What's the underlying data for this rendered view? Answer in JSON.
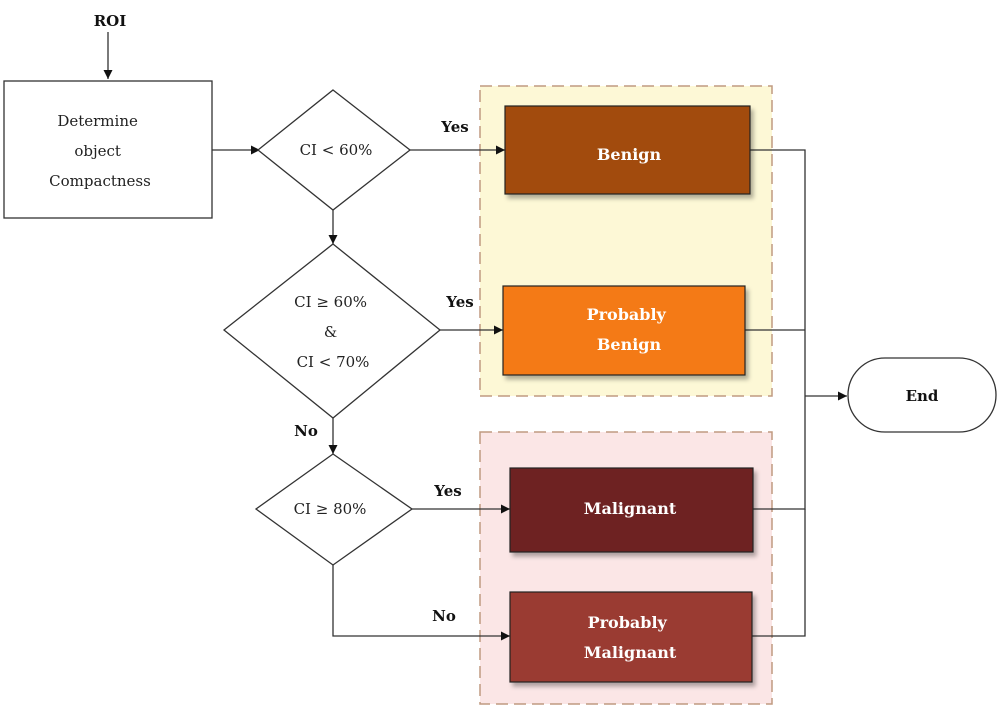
{
  "input_label": "ROI",
  "process": {
    "lines": [
      "Determine",
      "object",
      "Compactness"
    ]
  },
  "decisions": {
    "d1": {
      "lines": [
        "CI < 60%"
      ]
    },
    "d2": {
      "lines": [
        "CI ≥ 60%",
        "&",
        "CI < 70%"
      ]
    },
    "d3": {
      "lines": [
        "CI ≥ 80%"
      ]
    }
  },
  "outcomes": {
    "benign": {
      "lines": [
        "Benign"
      ],
      "color": "#A24B0C"
    },
    "probably_benign": {
      "lines": [
        "Probably",
        "Benign"
      ],
      "color": "#F47A15"
    },
    "malignant": {
      "lines": [
        "Malignant"
      ],
      "color": "#6E2222"
    },
    "probably_malignant": {
      "lines": [
        "Probably",
        "Malignant"
      ],
      "color": "#9A3A30"
    }
  },
  "edge_labels": {
    "yes1": "Yes",
    "yes2": "Yes",
    "no2": "No",
    "yes3": "Yes",
    "no3": "No"
  },
  "terminal": {
    "label": "End"
  },
  "groups": {
    "benign_group_fill": "#FDF8D6",
    "malignant_group_fill": "#FBE6E6",
    "group_border": "#C09A80"
  }
}
